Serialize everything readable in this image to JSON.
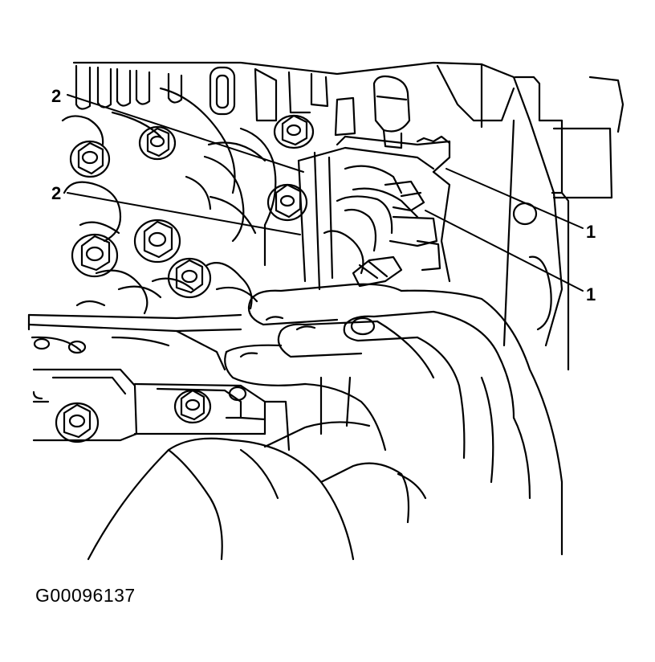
{
  "figure": {
    "id_text": "G00096137"
  },
  "callouts": [
    {
      "label": "2"
    },
    {
      "label": "2"
    },
    {
      "label": "1"
    },
    {
      "label": "1"
    }
  ],
  "colors": {
    "ink": "#000000",
    "paper": "#ffffff"
  }
}
